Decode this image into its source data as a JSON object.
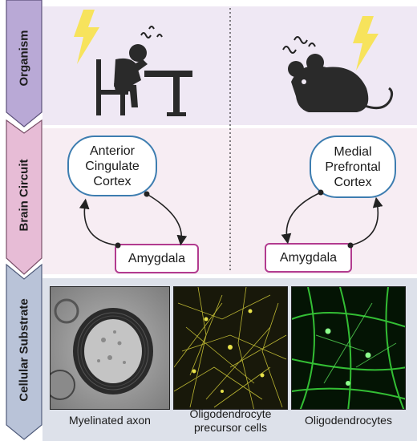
{
  "levels": {
    "organism": "Organism",
    "brain_circuit": "Brain Circuit",
    "cellular_substrate": "Cellular Substrate"
  },
  "circuits": {
    "human": {
      "cortex_label": "Anterior Cingulate Cortex",
      "cortex_lines": [
        "Anterior",
        "Cingulate",
        "Cortex"
      ],
      "amygdala_label": "Amygdala"
    },
    "mouse": {
      "cortex_label": "Medial Prefrontal Cortex",
      "cortex_lines": [
        "Medial",
        "Prefrontal",
        "Cortex"
      ],
      "amygdala_label": "Amygdala"
    }
  },
  "cellular": {
    "panels": [
      {
        "caption": "Myelinated axon"
      },
      {
        "caption": "Oligodendrocyte precursor cells",
        "caption_lines": [
          "Oligodendrocyte",
          "precursor cells"
        ]
      },
      {
        "caption": "Oligodendrocytes"
      }
    ]
  },
  "colors": {
    "arrow_organism": "#b9a9d6",
    "arrow_circuit": "#e7bcd6",
    "arrow_cell": "#b9c3d8",
    "cortex_border": "#3d7db0",
    "amygdala_border": "#b23b8f",
    "lightning": "#f7e35c",
    "opc_fluorescence": "#d8d23a",
    "oligo_fluorescence": "#39d13a"
  },
  "icons": [
    "lightning-icon",
    "stressed-person-icon",
    "stressed-mouse-icon"
  ]
}
